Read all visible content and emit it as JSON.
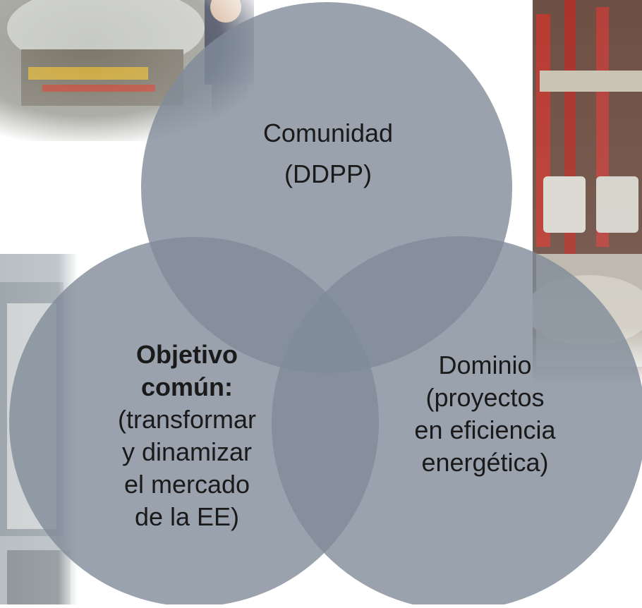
{
  "diagram": {
    "type": "venn",
    "circle_fill": "#808b99",
    "overlap_tint": "#4a5566",
    "circles": [
      {
        "id": "top",
        "lines": [
          "Comunidad",
          "(DDPP)"
        ],
        "bold_lines": []
      },
      {
        "id": "left",
        "lines": [
          "(transformar",
          "y dinamizar",
          "el mercado",
          "de la EE)"
        ],
        "bold_lines": [
          "Objetivo",
          "común:"
        ]
      },
      {
        "id": "right",
        "lines": [
          "Dominio",
          "(proyectos",
          "en eficiencia",
          "energética)"
        ],
        "bold_lines": []
      }
    ]
  },
  "background_photos": [
    {
      "id": "photo-top-left",
      "subject": "industrial worker inspecting a boiler"
    },
    {
      "id": "photo-right",
      "subject": "industrial valves and meters"
    },
    {
      "id": "photo-left",
      "subject": "electrical cabinet"
    }
  ]
}
